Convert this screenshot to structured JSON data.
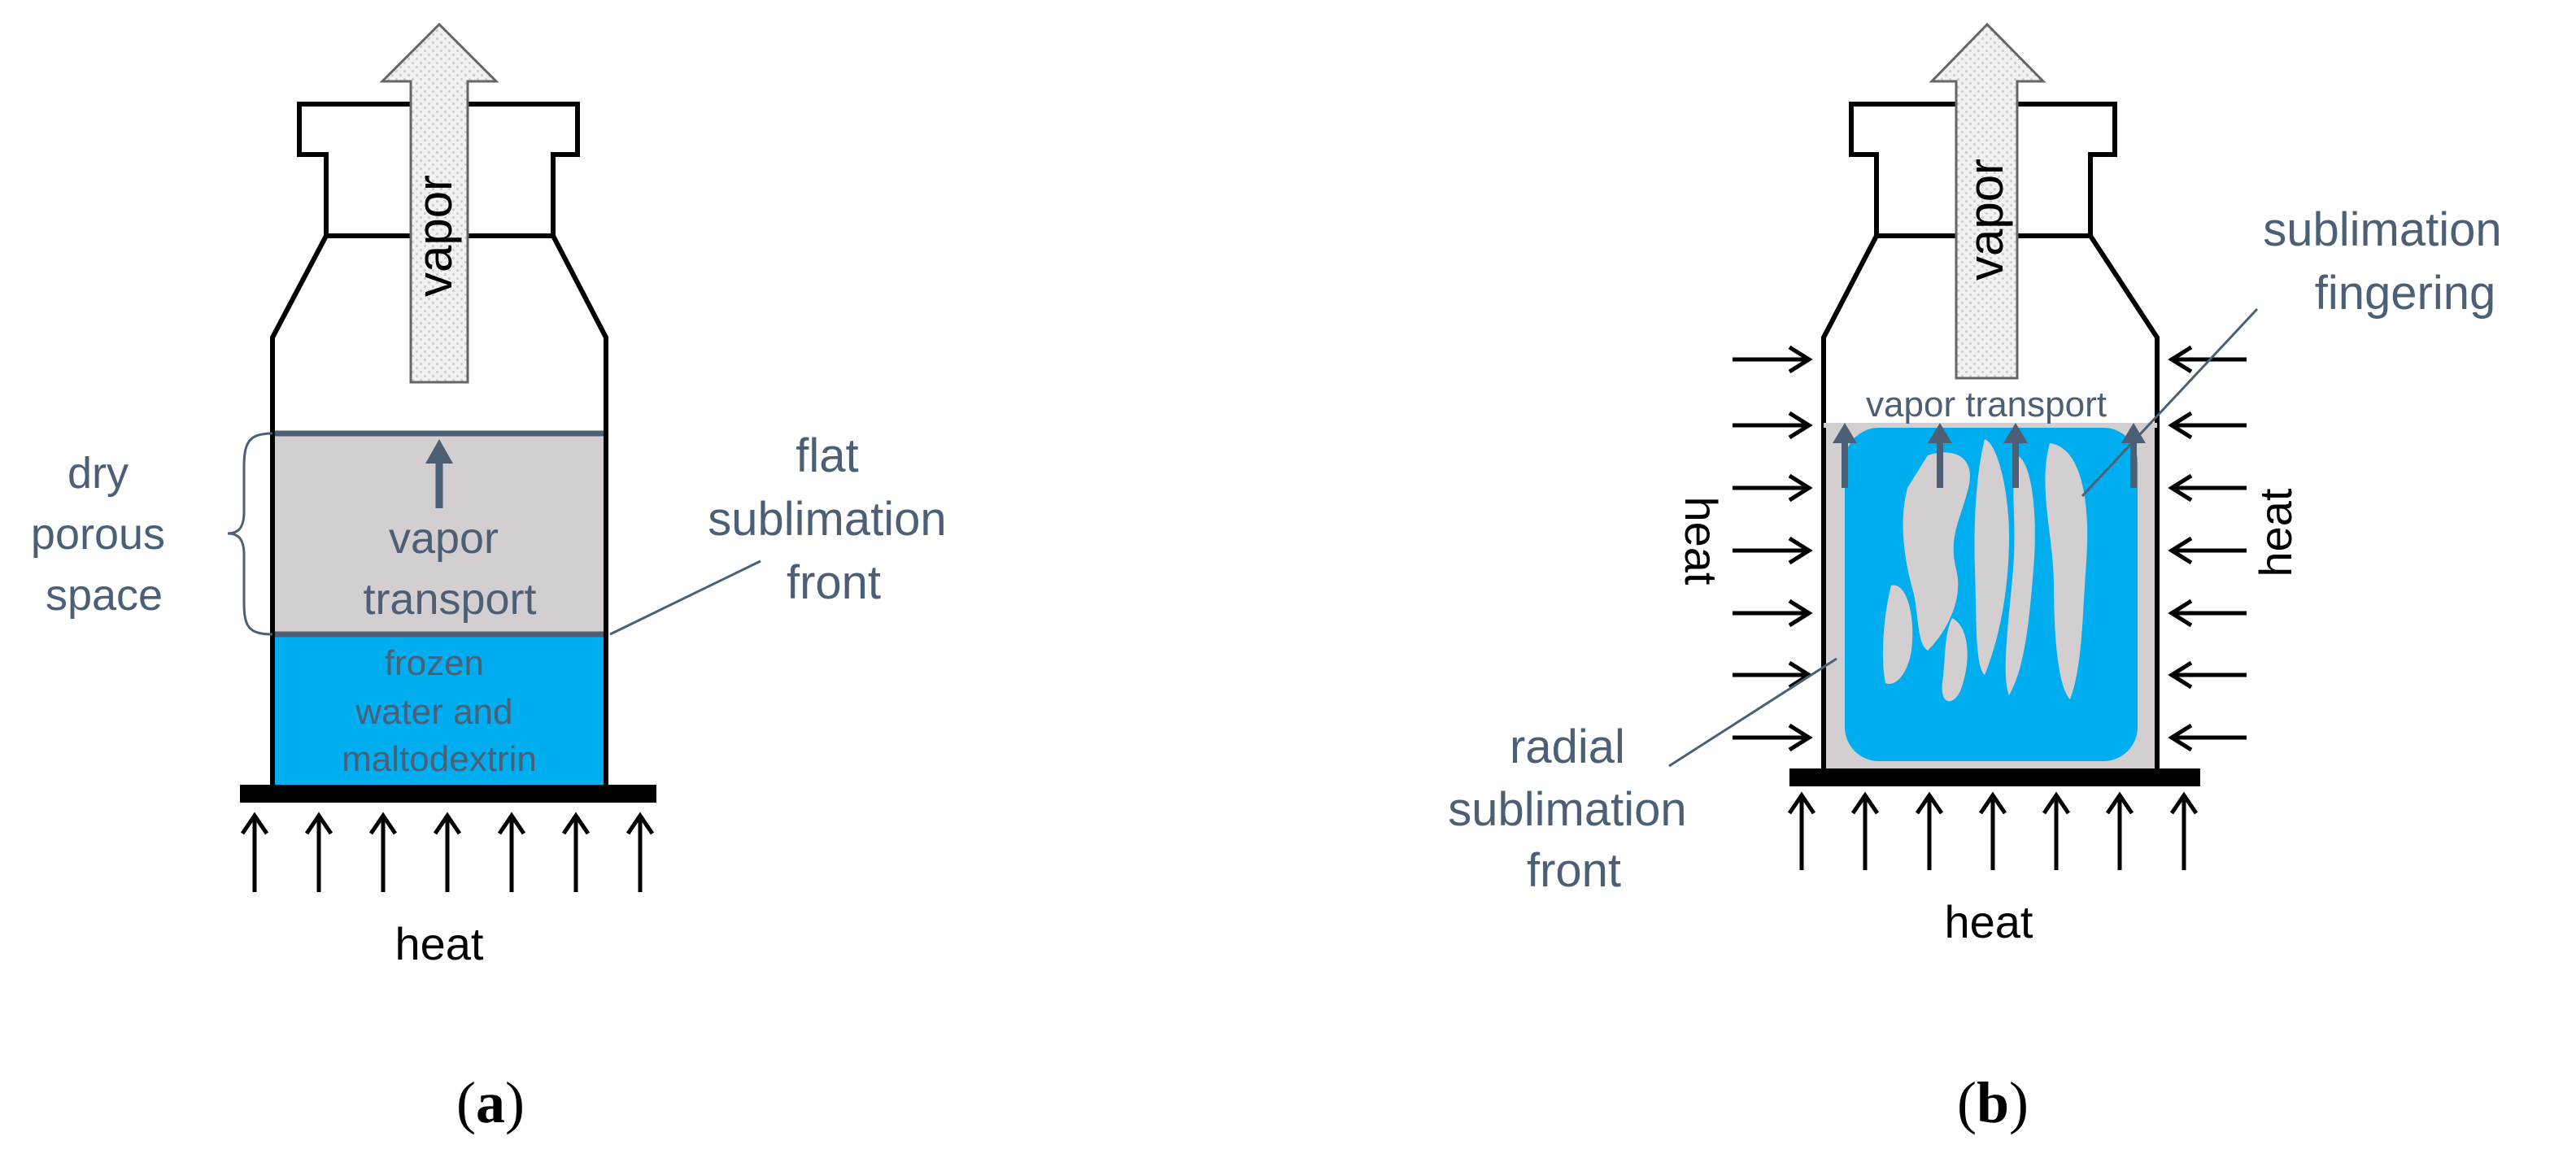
{
  "colors": {
    "frozen": "#00aeef",
    "dry": "#d3cfd1",
    "outline": "#000000",
    "annotation": "#4d5f75",
    "arrow_fill": "#f0f0f0",
    "arrow_dots": "#d8d8d8"
  },
  "panel_a": {
    "vapor_arrow_label": "vapor",
    "dry_space_label": [
      "dry",
      "porous",
      "space"
    ],
    "vapor_transport_label": [
      "vapor",
      "transport"
    ],
    "frozen_label": [
      "frozen",
      "water and",
      "maltodextrin"
    ],
    "front_label": [
      "flat",
      "sublimation",
      "front"
    ],
    "heat_label": "heat",
    "caption_letter": "a"
  },
  "panel_b": {
    "vapor_arrow_label": "vapor",
    "vapor_transport_label": "vapor transport",
    "fingering_label": [
      "sublimation",
      "fingering"
    ],
    "radial_label": [
      "radial",
      "sublimation",
      "front"
    ],
    "heat_left": "heat",
    "heat_right": "heat",
    "heat_bottom": "heat",
    "caption_letter": "b"
  }
}
